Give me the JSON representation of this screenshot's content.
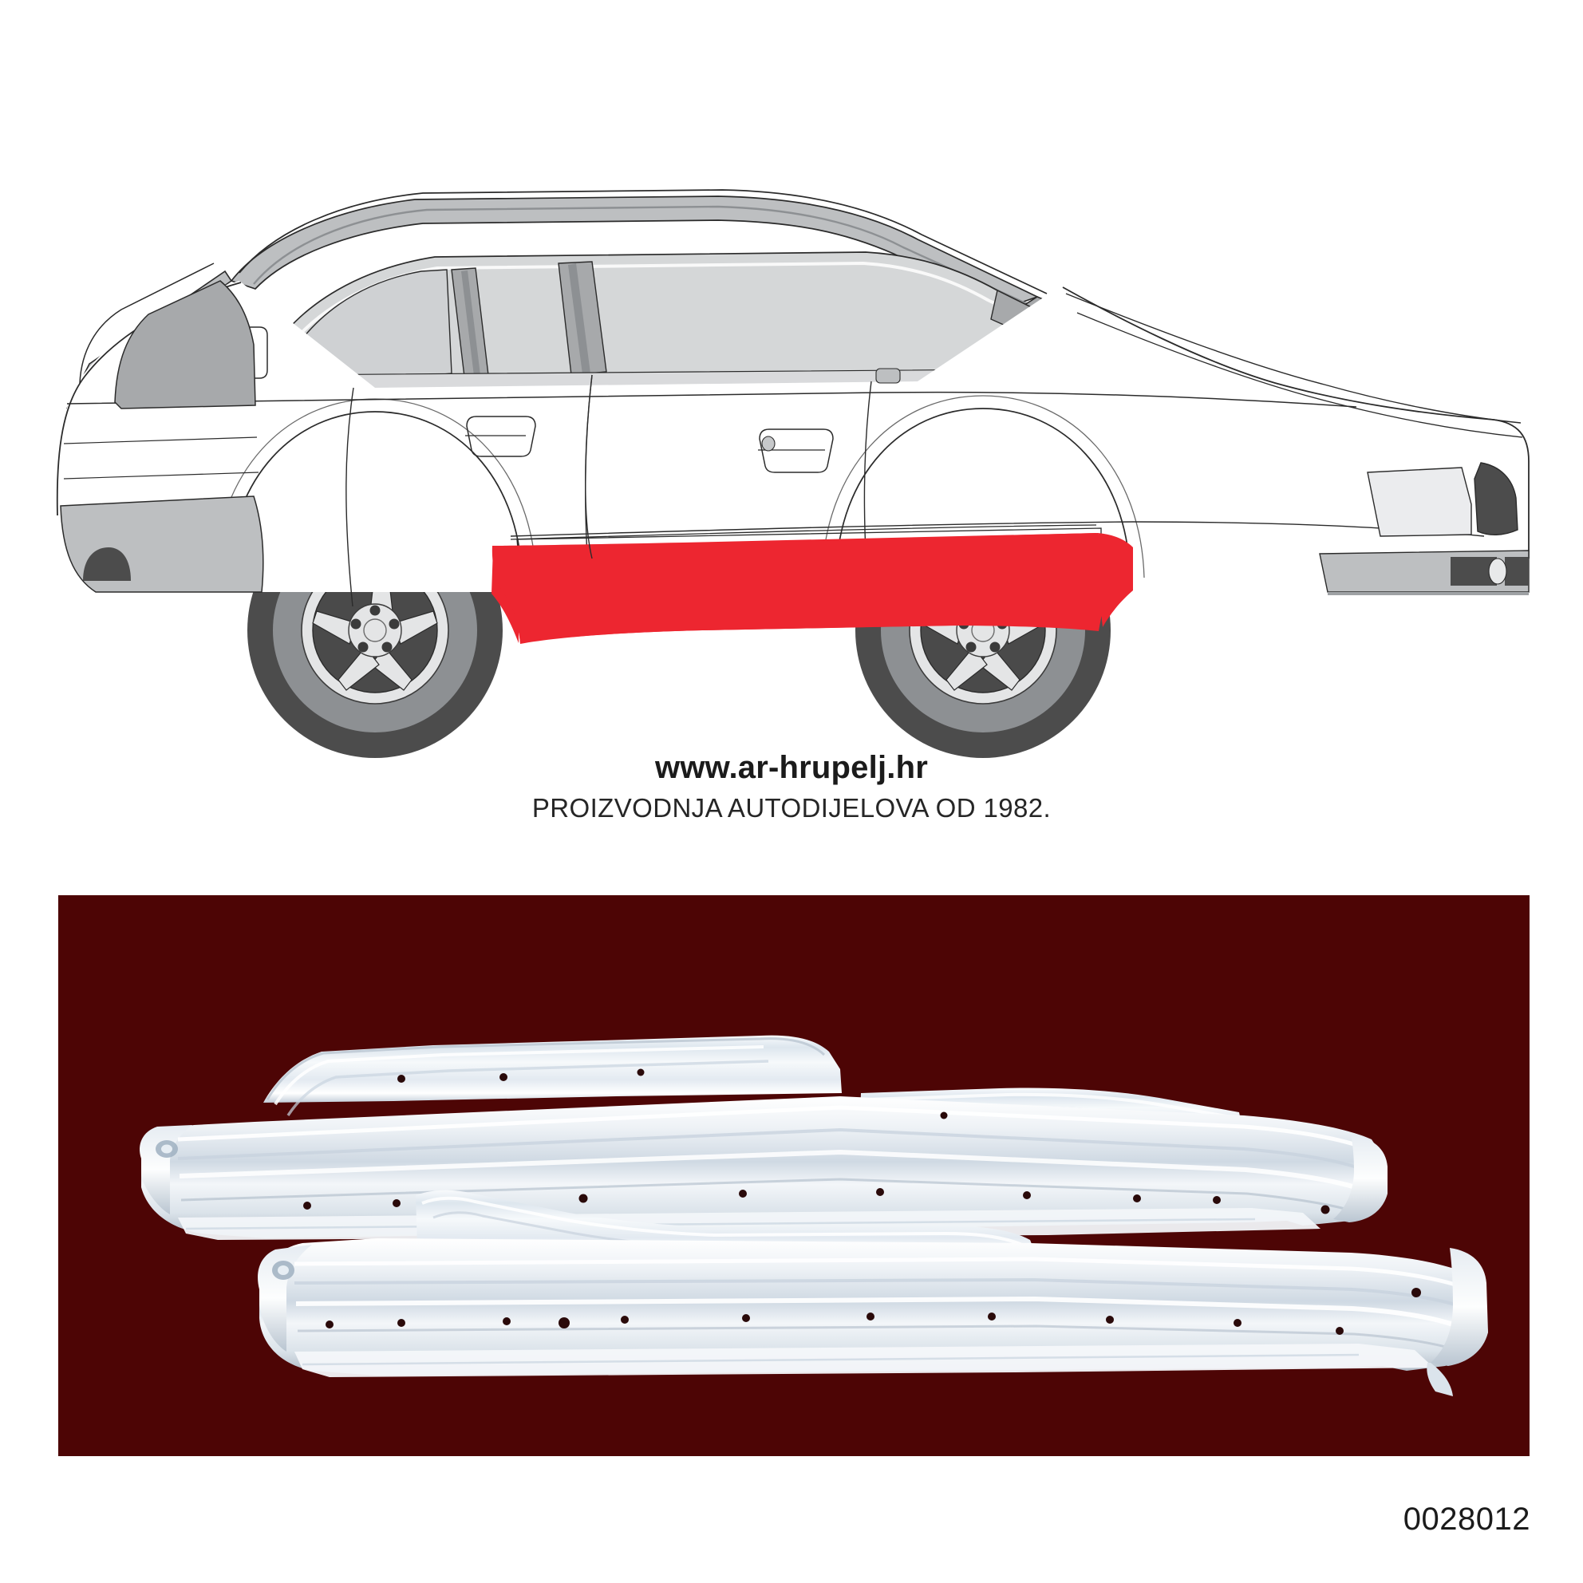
{
  "page": {
    "background_color": "#ffffff",
    "part_number": "0028012"
  },
  "illustration": {
    "name": "audi-a4-b6-sedan-side-view-line-drawing",
    "description": "Side view technical line drawing of a 4-door sedan with the rocker / sill panel highlighted",
    "highlight_label": "rocker-sill-panel",
    "colors": {
      "body_fill": "#ffffff",
      "outline": "#2b2b2b",
      "glass": "#d5d7d8",
      "pillar": "#a7a9ab",
      "trim_grey": "#bdbfc1",
      "bumper_grey": "#c6c8ca",
      "tire_dark": "#4c4c4c",
      "tire_mid": "#8d9093",
      "rim_light": "#e4e5e6",
      "rim_dark": "#4a4a4a",
      "highlight_red": "#ed2630"
    }
  },
  "branding": {
    "url": "www.ar-hrupelj.hr",
    "tagline": "PROIZVODNJA AUTODIJELOVA OD 1982."
  },
  "photo": {
    "name": "sill-repair-panels-photo",
    "background_color": "#4d0505",
    "description": "Two galvanized steel sill / rocker repair panels photographed on a dark maroon background",
    "items": [
      {
        "label": "upper-sill-panel-with-inner-reinforcement",
        "position": "top"
      },
      {
        "label": "lower-outer-sill-panel",
        "position": "bottom"
      }
    ],
    "metal_colors": {
      "base": "#e8ecef",
      "light": "#fbfcfd",
      "shade": "#c3ccd6",
      "deep_shade": "#9fadbb",
      "hole": "#2a0a0a"
    }
  }
}
